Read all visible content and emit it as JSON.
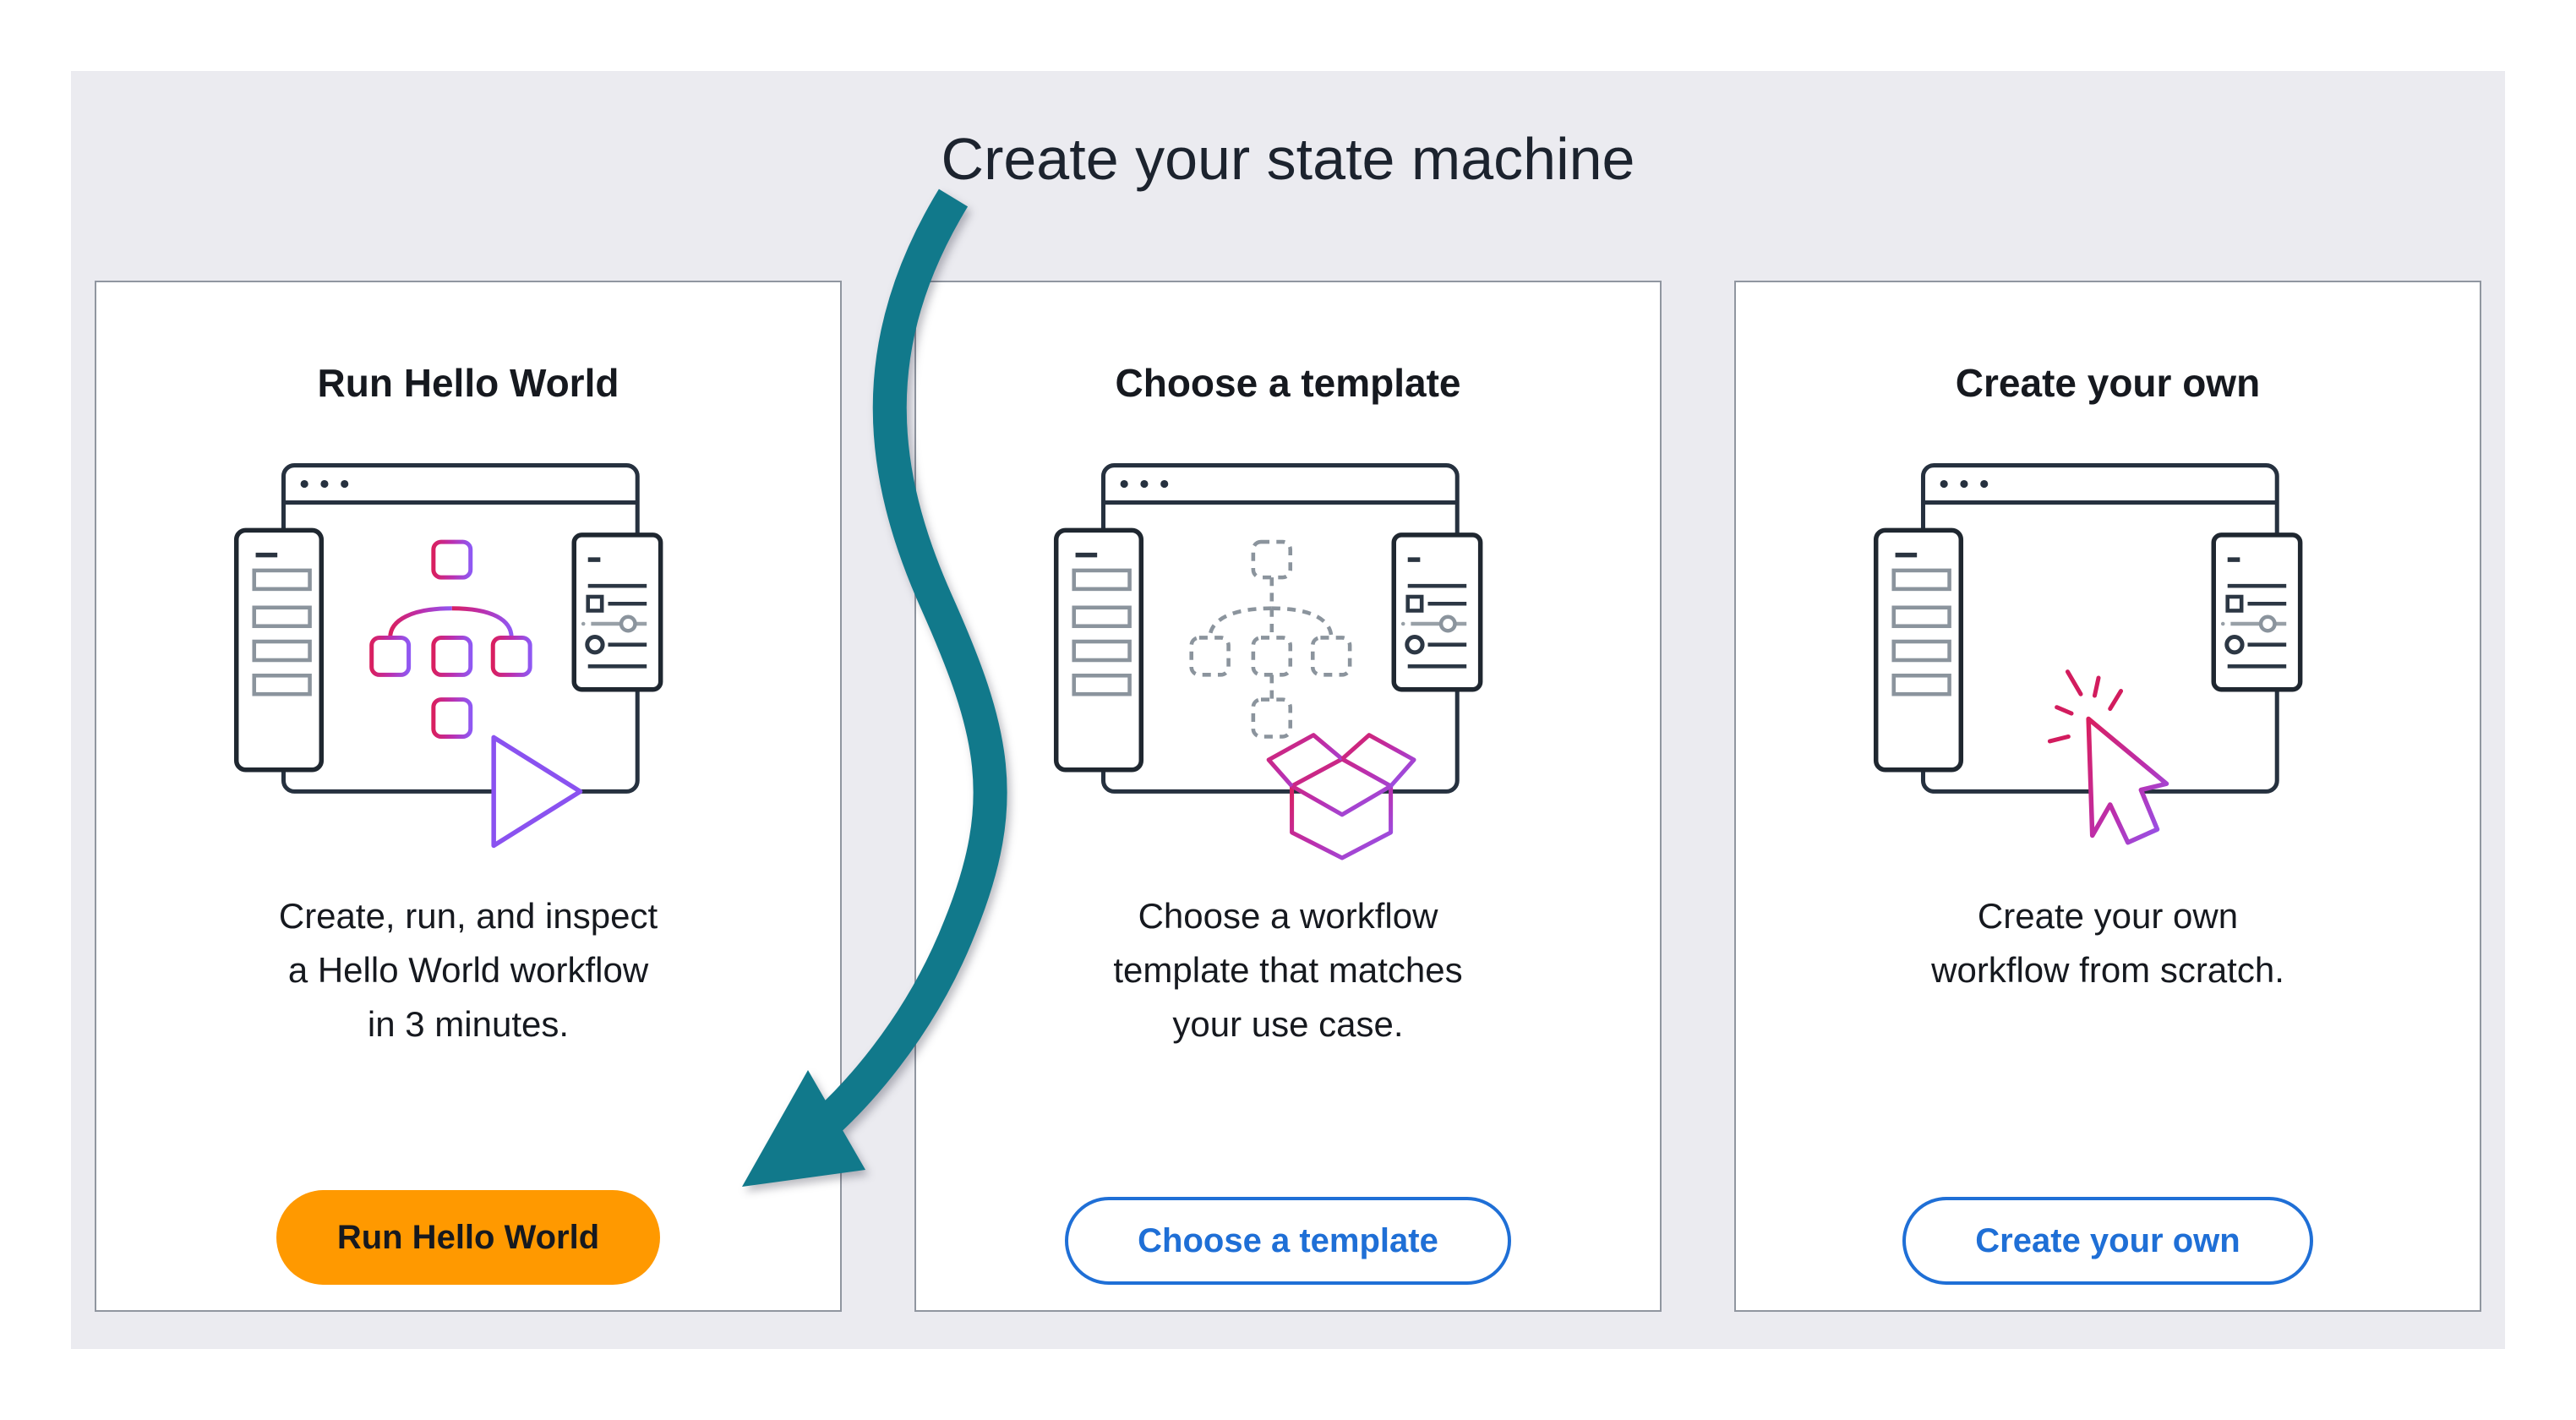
{
  "page": {
    "title": "Create your state machine"
  },
  "colors": {
    "panel_background": "#ebebf0",
    "card_border": "#9096a0",
    "primary_button_orange": "#ff9900",
    "secondary_button_blue": "#1f6fd6",
    "annotation_arrow_teal": "#11798b",
    "text_dark": "#16191f",
    "illustration_pink": "#d91f5f",
    "illustration_purple": "#8f58f3"
  },
  "cards": [
    {
      "heading": "Run Hello World",
      "illustration": "workflow-browser-with-flowchart-and-play-illustration",
      "description_lines": [
        "Create, run, and inspect",
        "a Hello World workflow",
        "in 3 minutes."
      ],
      "button": {
        "label": "Run Hello World",
        "style": "primary"
      }
    },
    {
      "heading": "Choose a template",
      "illustration": "workflow-browser-with-dashed-flowchart-and-package-illustration",
      "description_lines": [
        "Choose a workflow",
        "template that matches",
        "your use case."
      ],
      "button": {
        "label": "Choose a template",
        "style": "secondary"
      }
    },
    {
      "heading": "Create your own",
      "illustration": "workflow-browser-with-cursor-click-illustration",
      "description_lines": [
        "Create your own",
        "workflow from scratch."
      ],
      "button": {
        "label": "Create your own",
        "style": "secondary"
      }
    }
  ],
  "annotation": {
    "type": "arrow",
    "points_to": "run-hello-world-button"
  }
}
